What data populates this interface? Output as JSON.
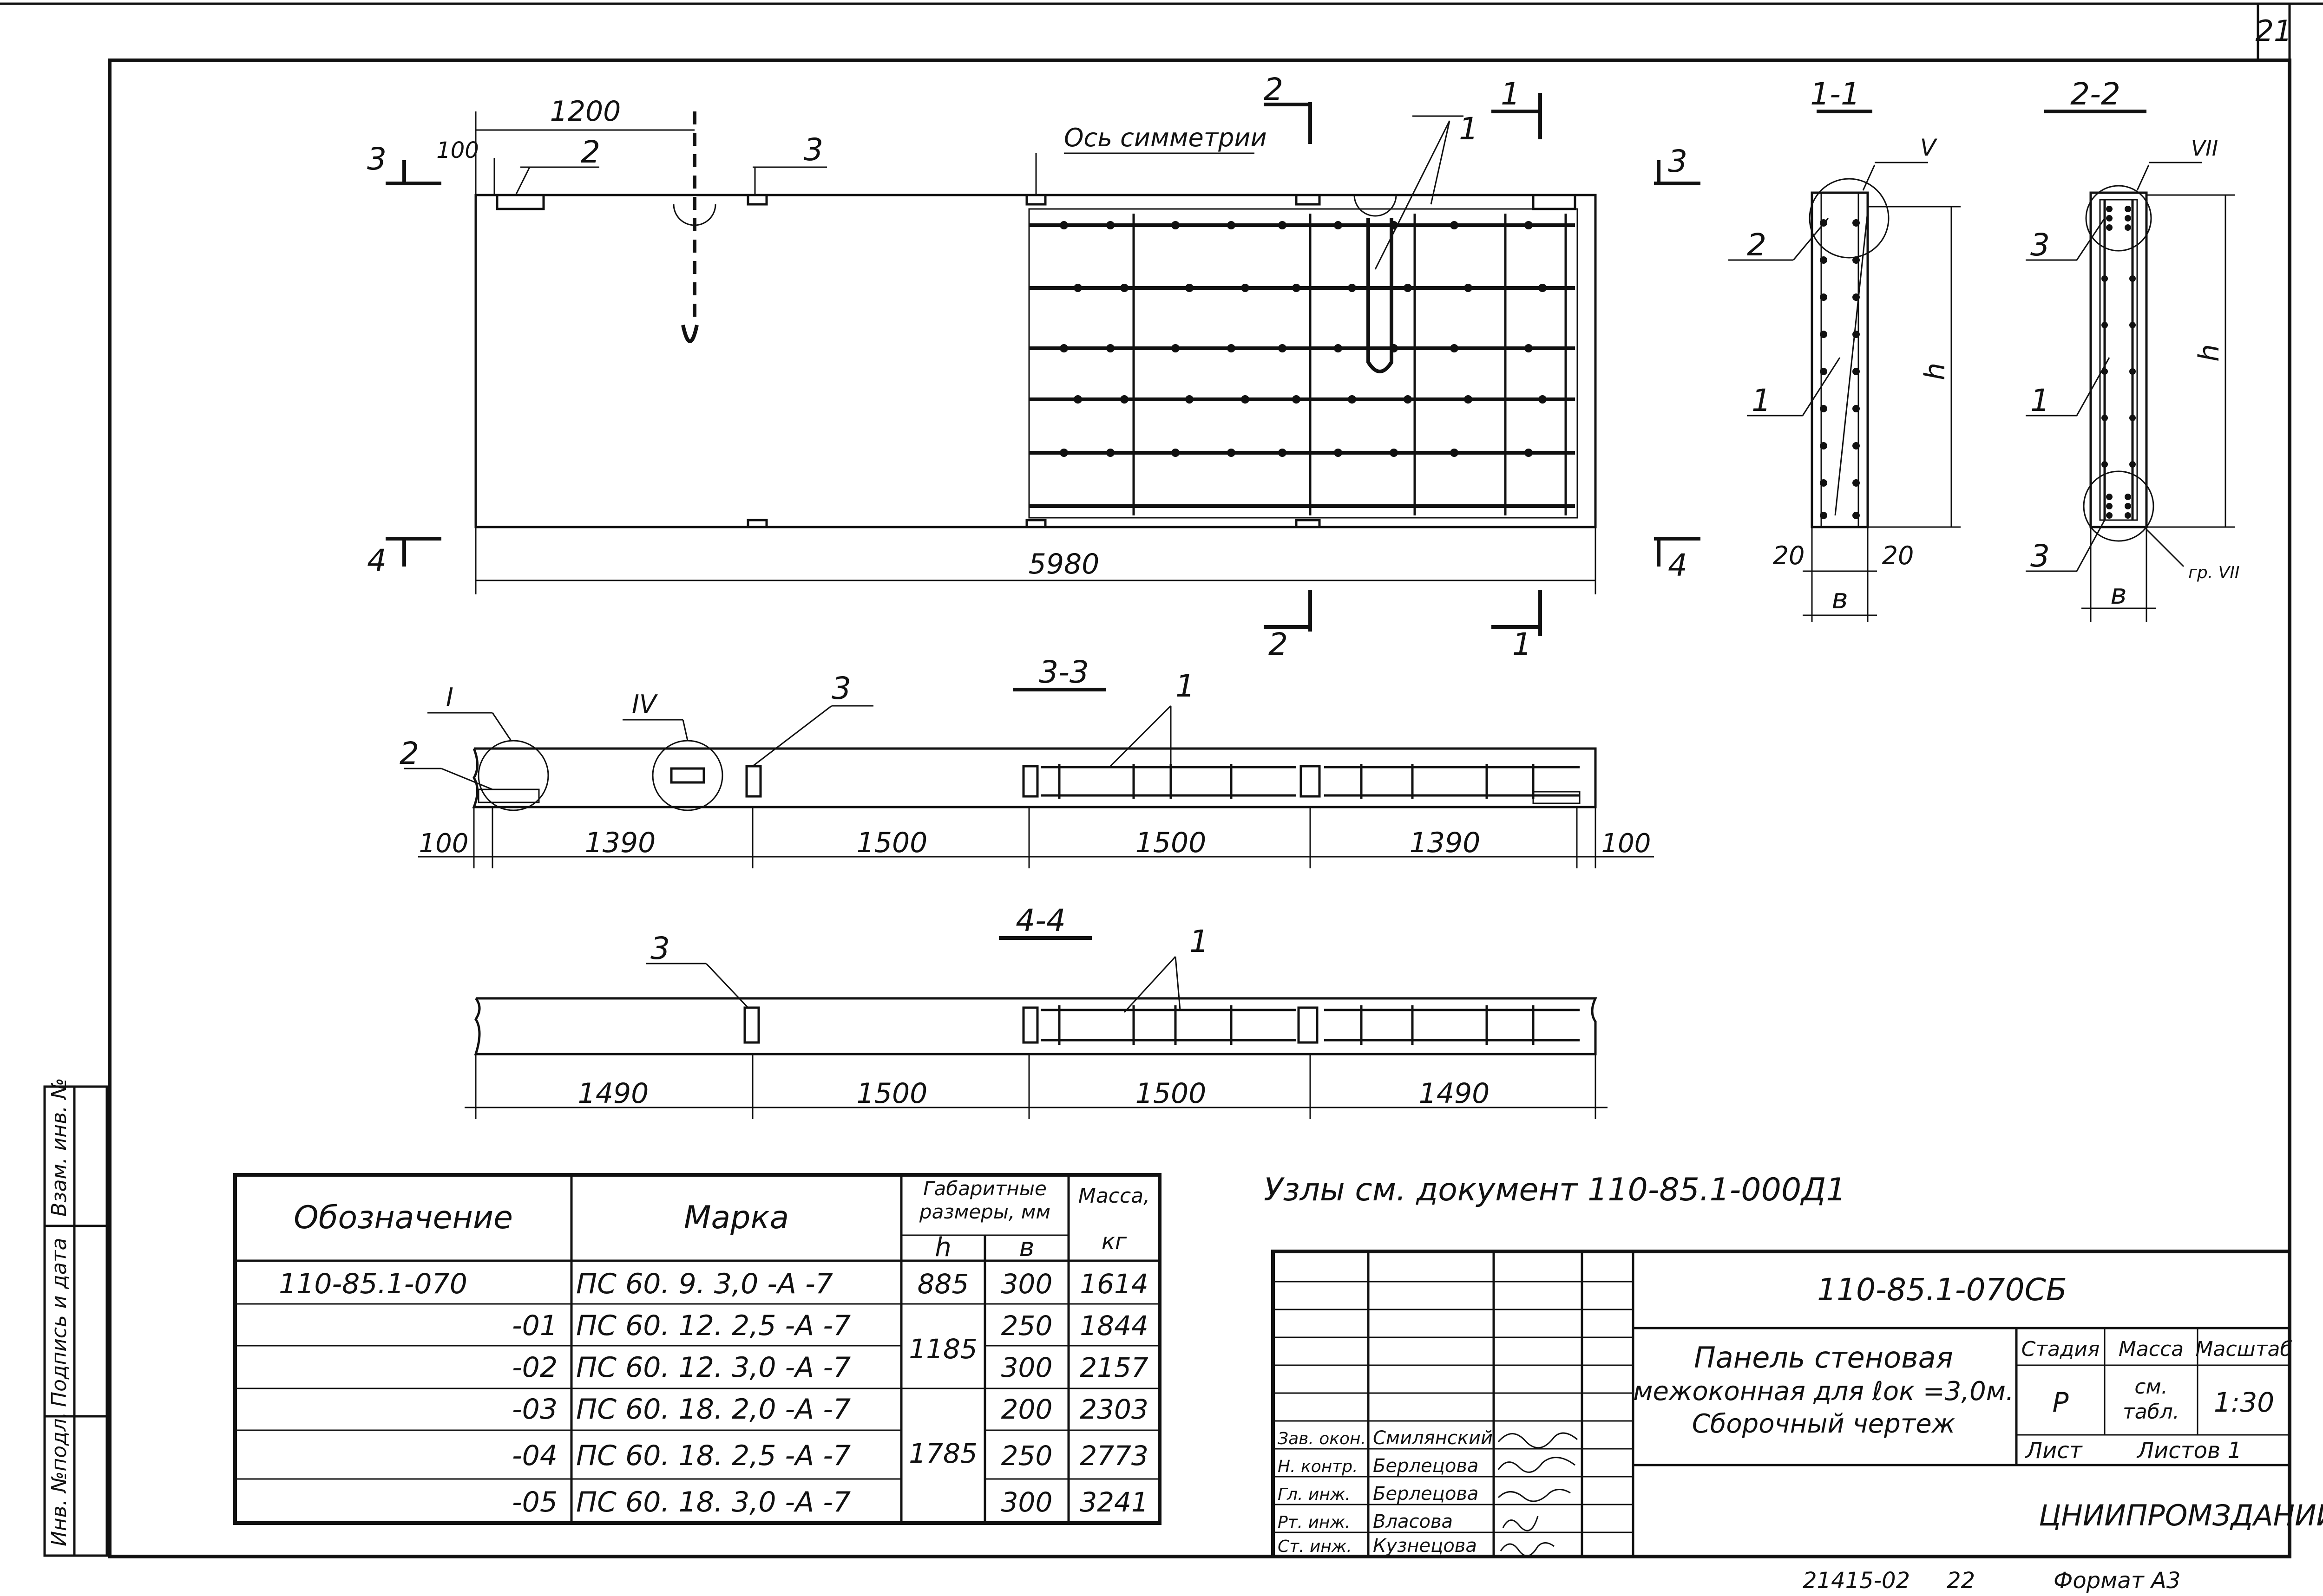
{
  "sheet_number": "21",
  "view_labels": {
    "sec11": "1-1",
    "sec22": "2-2",
    "sec33": "3-3",
    "sec44": "4-4"
  },
  "plan": {
    "dim_1200": "1200",
    "dim_100": "100",
    "dim_5980": "5980",
    "axis_note": "Ось симметрии",
    "cut3": "3",
    "cut4": "4",
    "cut2": "2",
    "cut1": "1",
    "pos2": "2",
    "pos3": "3",
    "pos1": "1"
  },
  "section11": {
    "node": "V",
    "pos2": "2",
    "pos1": "1",
    "h": "h",
    "dim_left": "20",
    "dim_right": "20",
    "b": "в"
  },
  "section22": {
    "node": "VII",
    "pos3a": "3",
    "pos1": "1",
    "pos3b": "3",
    "h": "h",
    "b": "в",
    "note": "гр. VII"
  },
  "section33": {
    "node1": "I",
    "node4": "IV",
    "pos3": "3",
    "pos2": "2",
    "pos1": "1",
    "dims": [
      "100",
      "1390",
      "1500",
      "1500",
      "1390",
      "100"
    ]
  },
  "section44": {
    "pos3": "3",
    "pos1": "1",
    "dims": [
      "1490",
      "1500",
      "1500",
      "1490"
    ]
  },
  "nodes_note": "Узлы см. документ 110-85.1-000Д1",
  "spec_table": {
    "headers": {
      "designation": "Обозначение",
      "mark": "Марка",
      "dims": "Габаритные размеры, мм",
      "h": "h",
      "b": "в",
      "mass": "Масса,",
      "mass_unit": "кг"
    },
    "rows": [
      {
        "designation": "110-85.1-070",
        "mark": "ПС 60. 9. 3,0 -А -7",
        "h": "885",
        "b": "300",
        "mass": "1614"
      },
      {
        "designation": "-01",
        "mark": "ПС 60. 12. 2,5 -А -7",
        "h": "1185",
        "b": "250",
        "mass": "1844"
      },
      {
        "designation": "-02",
        "mark": "ПС 60. 12. 3,0 -А -7",
        "h": "",
        "b": "300",
        "mass": "2157"
      },
      {
        "designation": "-03",
        "mark": "ПС 60. 18. 2,0 -А -7",
        "h": "1785",
        "b": "200",
        "mass": "2303"
      },
      {
        "designation": "-04",
        "mark": "ПС 60. 18. 2,5 -А -7",
        "h": "",
        "b": "250",
        "mass": "2773"
      },
      {
        "designation": "-05",
        "mark": "ПС 60. 18. 3,0 -А -7",
        "h": "",
        "b": "300",
        "mass": "3241"
      }
    ]
  },
  "stamp": {
    "doc_code": "110-85.1-070СБ",
    "title_line1": "Панель стеновая",
    "title_line2": "межоконная для ℓок =3,0м.",
    "title_line3": "Сборочный чертеж",
    "stage_label": "Стадия",
    "mass_label": "Масса",
    "scale_label": "Масштаб",
    "stage": "Р",
    "mass": "см. табл.",
    "scale": "1:30",
    "sheet_label": "Лист",
    "sheets_label": "Листов 1",
    "org": "ЦНИИПРОМЗДАНИЙ",
    "signers": [
      {
        "role": "Зав. окон.",
        "name": "Смилянский"
      },
      {
        "role": "Н. контр.",
        "name": "Берлецова"
      },
      {
        "role": "Гл. инж.",
        "name": "Берлецова"
      },
      {
        "role": "Рт. инж.",
        "name": "Власова"
      },
      {
        "role": "Ст. инж.",
        "name": "Кузнецова"
      }
    ]
  },
  "side_stamp": {
    "inv_orig": "Инв. №подл.",
    "sign_date": "Подпись и дата",
    "inv_repl": "Взам. инв. №"
  },
  "footer": {
    "code": "21415-02",
    "page": "22",
    "format": "Формат А3"
  }
}
